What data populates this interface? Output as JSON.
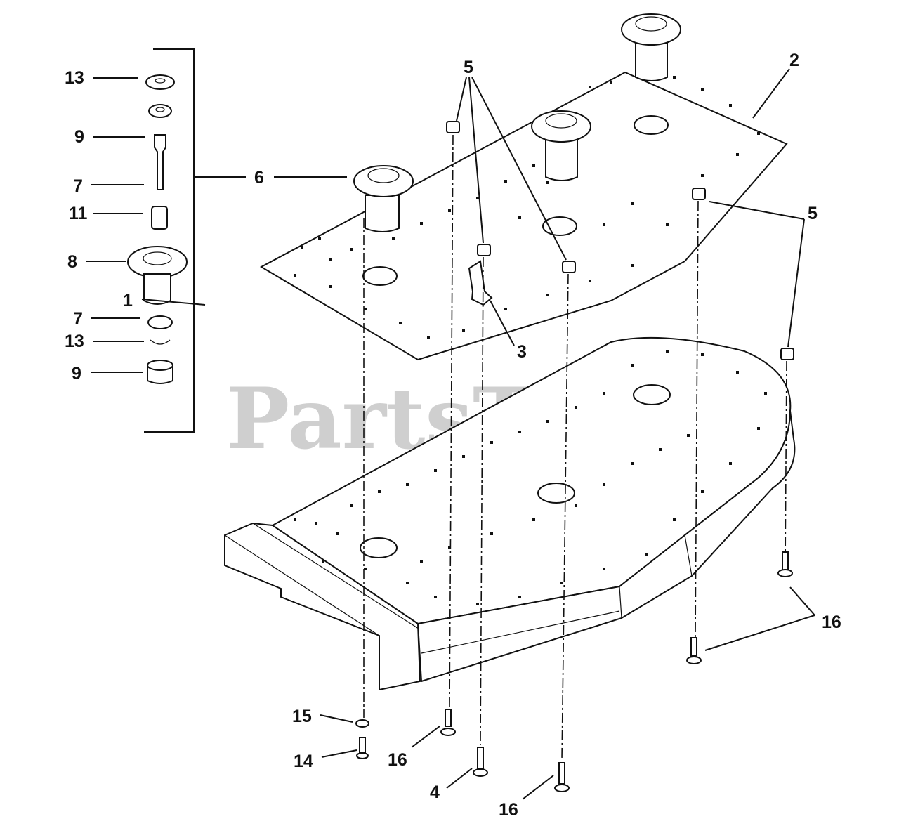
{
  "watermark": "PartsTree",
  "callouts": [
    {
      "id": "c13a",
      "label": "13"
    },
    {
      "id": "c9a",
      "label": "9"
    },
    {
      "id": "c7a",
      "label": "7"
    },
    {
      "id": "c11",
      "label": "11"
    },
    {
      "id": "c8",
      "label": "8"
    },
    {
      "id": "c7b",
      "label": "7"
    },
    {
      "id": "c13b",
      "label": "13"
    },
    {
      "id": "c9b",
      "label": "9"
    },
    {
      "id": "c6",
      "label": "6"
    },
    {
      "id": "c5a",
      "label": "5"
    },
    {
      "id": "c2",
      "label": "2"
    },
    {
      "id": "c5b",
      "label": "5"
    },
    {
      "id": "c3",
      "label": "3"
    },
    {
      "id": "c1",
      "label": "1"
    },
    {
      "id": "c16a",
      "label": "16"
    },
    {
      "id": "c15",
      "label": "15"
    },
    {
      "id": "c14",
      "label": "14"
    },
    {
      "id": "c16b",
      "label": "16"
    },
    {
      "id": "c4",
      "label": "4"
    },
    {
      "id": "c16c",
      "label": "16"
    }
  ]
}
